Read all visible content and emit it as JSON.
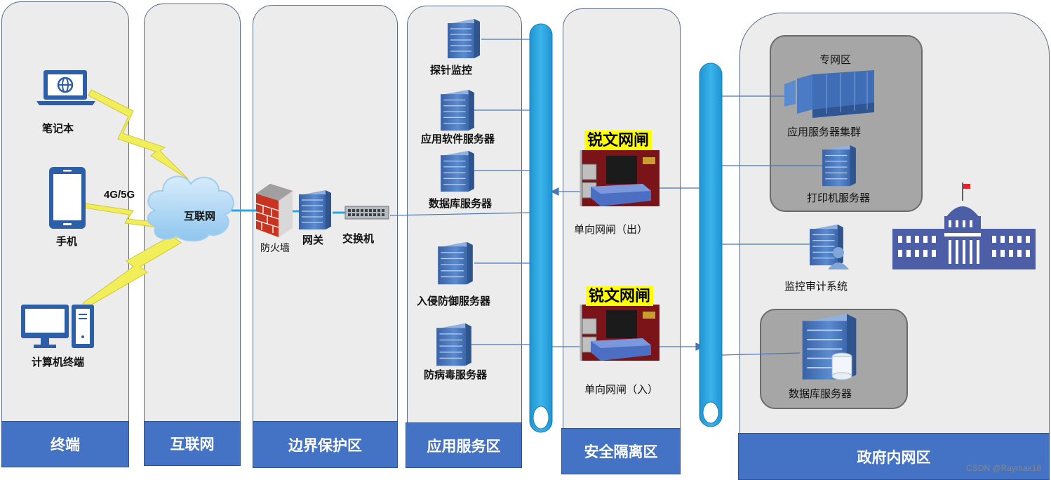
{
  "zones": {
    "terminal": "终端",
    "internet": "互联网",
    "boundary": "边界保护区",
    "app_service": "应用服务区",
    "isolation": "安全隔离区",
    "gov_intranet": "政府内网区"
  },
  "terminal": {
    "laptop": "笔记本",
    "phone": "手机",
    "pc": "计算机终端",
    "link": "4G/5G"
  },
  "internet": {
    "cloud": "互联网"
  },
  "boundary": {
    "firewall": "防火墙",
    "gateway": "网关",
    "switch": "交换机"
  },
  "app_service": {
    "probe": "探针监控",
    "app_server": "应用软件服务器",
    "db_server": "数据库服务器",
    "ips_server": "入侵防御服务器",
    "av_server": "防病毒服务器"
  },
  "isolation": {
    "brand": "锐文网闸",
    "gate_out": "单向网闸（出）",
    "gate_in": "单向网闸（入）"
  },
  "gov": {
    "private_zone": "专网区",
    "app_cluster": "应用服务器集群",
    "printer_server": "打印机服务器",
    "audit_system": "监控审计系统",
    "db_server": "数据库服务器"
  },
  "watermark": "CSDN @Raymax18",
  "colors": {
    "footer": "#4472c4",
    "bus": "#29a8e0",
    "server": "#4a76b8",
    "lightning": "#f3f05a"
  }
}
